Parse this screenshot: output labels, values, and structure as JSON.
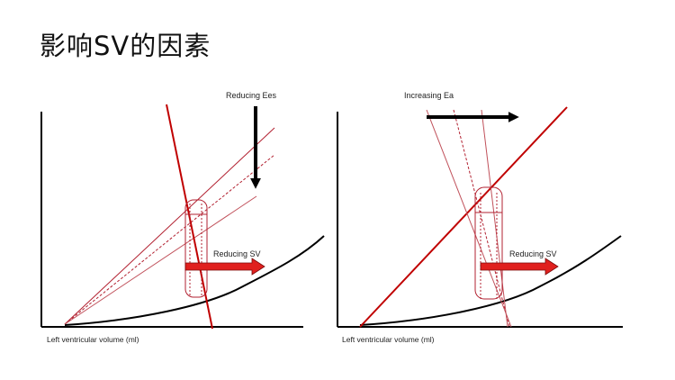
{
  "slide": {
    "title": "影响SV的因素"
  },
  "left_panel": {
    "annotation_top": "Reducing Ees",
    "annotation_arrow": "Reducing SV",
    "x_axis_label": "Left ventricular volume (ml)"
  },
  "right_panel": {
    "annotation_top": "Increasing Ea",
    "annotation_arrow": "Reducing SV",
    "x_axis_label": "Left ventricular volume (ml)"
  },
  "colors": {
    "curve": "#000000",
    "line_red": "#c00000",
    "line_light": "#c0505a",
    "arrow_fill": "#e0201e"
  }
}
